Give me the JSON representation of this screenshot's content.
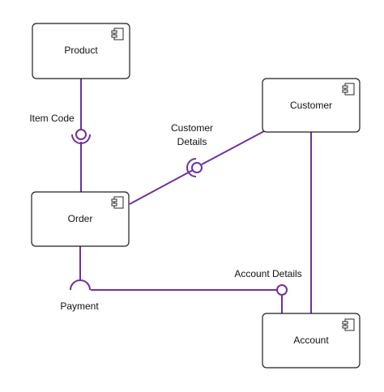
{
  "colors": {
    "connector": "#7030a0",
    "box_border": "#1f1f1f",
    "text": "#111111"
  },
  "components": {
    "product": {
      "label": "Product",
      "icon": "component-icon"
    },
    "customer": {
      "label": "Customer",
      "icon": "component-icon"
    },
    "order": {
      "label": "Order",
      "icon": "component-icon"
    },
    "account": {
      "label": "Account",
      "icon": "component-icon"
    }
  },
  "interfaces": {
    "item_code": {
      "label": "Item Code"
    },
    "customer_details": {
      "line1": "Customer",
      "line2": "Details"
    },
    "payment": {
      "label": "Payment"
    },
    "account_details": {
      "label": "Account Details"
    }
  }
}
